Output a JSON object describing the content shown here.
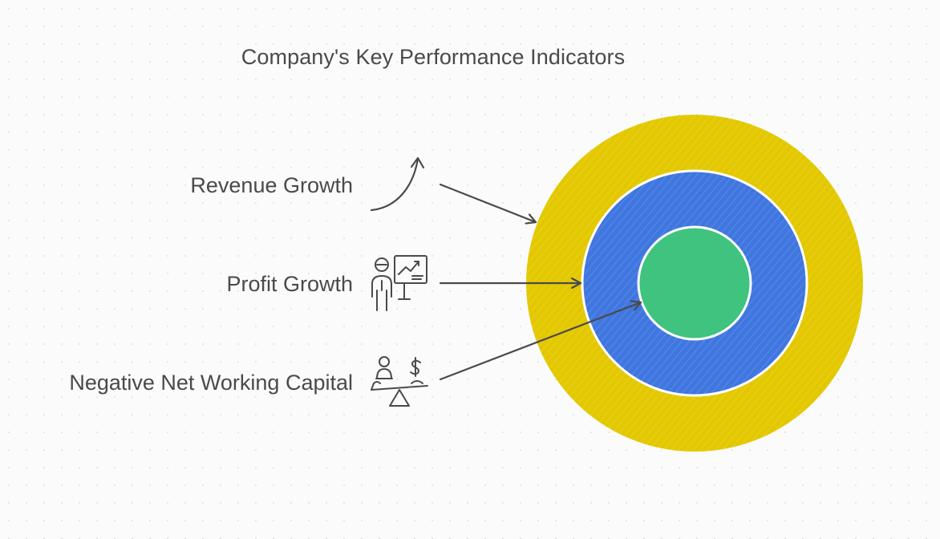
{
  "title": "Company's Key Performance Indicators",
  "items": [
    {
      "label": "Revenue Growth",
      "icon": "trend-up-arrow-icon"
    },
    {
      "label": "Profit Growth",
      "icon": "presenter-chart-icon"
    },
    {
      "label": "Negative Net Working Capital",
      "icon": "balance-scale-icon"
    }
  ],
  "rings": {
    "outer_color": "#e3c800",
    "middle_color": "#3f76e0",
    "inner_color": "#3fc37f"
  }
}
